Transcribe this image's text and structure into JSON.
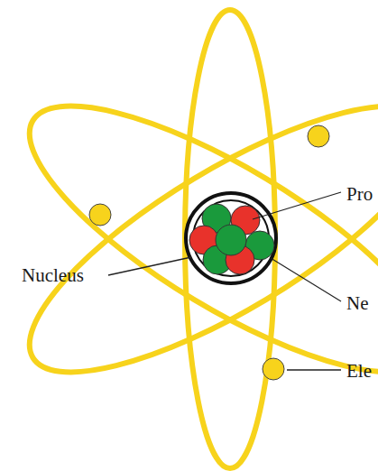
{
  "diagram": {
    "labels": [
      "Nucleus",
      "Pro",
      "Ne",
      "Ele"
    ]
  }
}
